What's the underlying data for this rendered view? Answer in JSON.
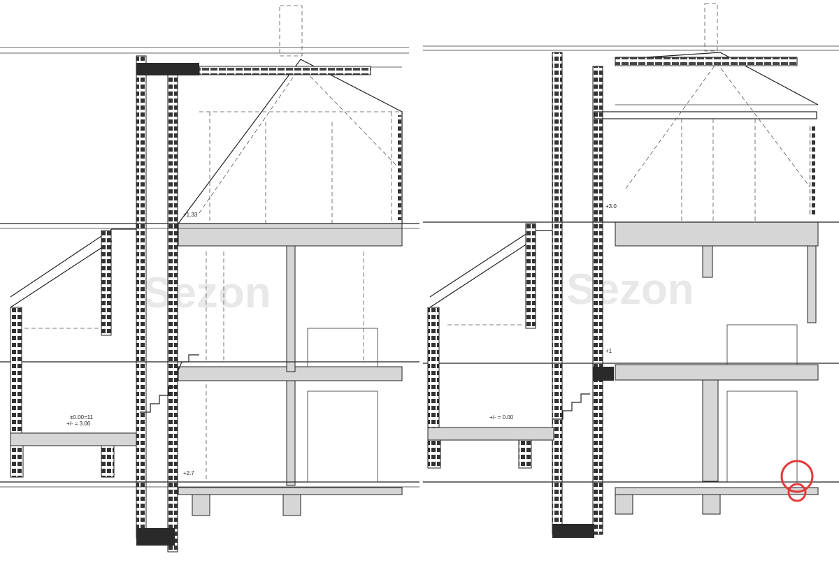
{
  "left_section": {
    "levels": [
      "±0.00=11",
      "+/- = 3.06",
      "+1.33",
      "+2.7"
    ]
  },
  "right_section": {
    "levels": [
      "+1",
      "+3.0",
      "+/- = 0.00"
    ]
  },
  "watermark": {
    "left": "Sezon",
    "right": "Sezon"
  },
  "colors": {
    "line": "#222222",
    "slab": "#d6d6d6",
    "logo_accent": "#e33b3b"
  }
}
